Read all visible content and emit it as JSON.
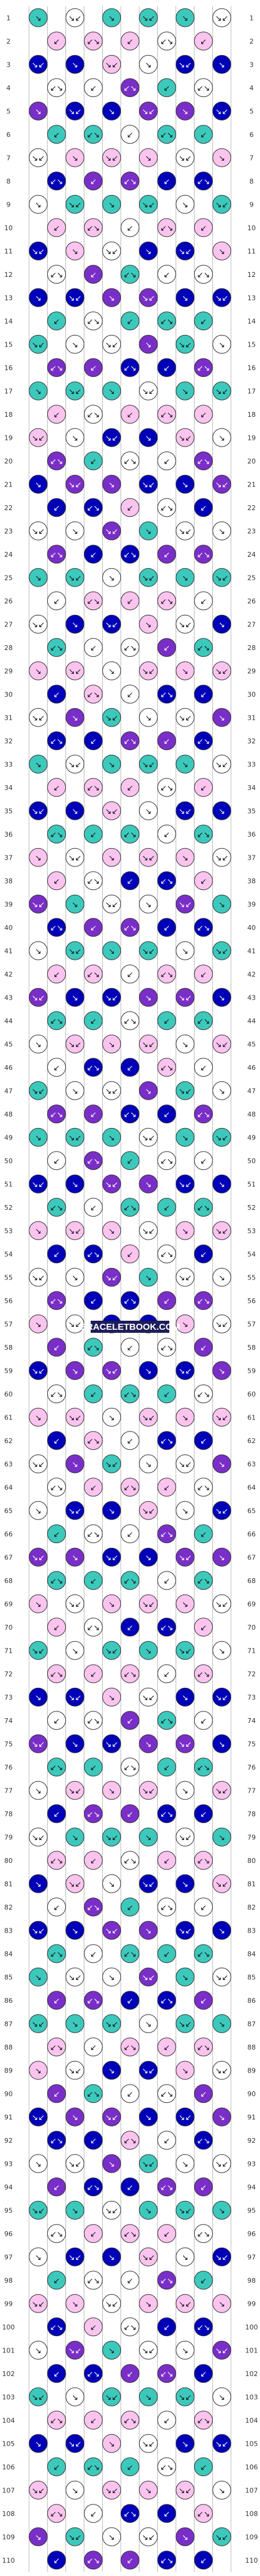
{
  "watermark": "BRACELETBOOK.COM",
  "pattern": {
    "rows": 110,
    "strings": 12,
    "knot_glyphs": {
      "f": "↘",
      "b": "↙",
      "fb": "↘↙",
      "bf": "↙↘"
    },
    "palette": {
      "A": "#3cc9bc",
      "B": "#0000b8",
      "C": "#ffffff",
      "D": "#7a2ec8",
      "E": "#fbc4ef"
    },
    "color_cycle": [
      "A",
      "C",
      "B",
      "E",
      "A",
      "C",
      "B",
      "D",
      "E",
      "C",
      "A",
      "B",
      "D",
      "E",
      "C",
      "A",
      "E",
      "B",
      "C",
      "D"
    ]
  }
}
